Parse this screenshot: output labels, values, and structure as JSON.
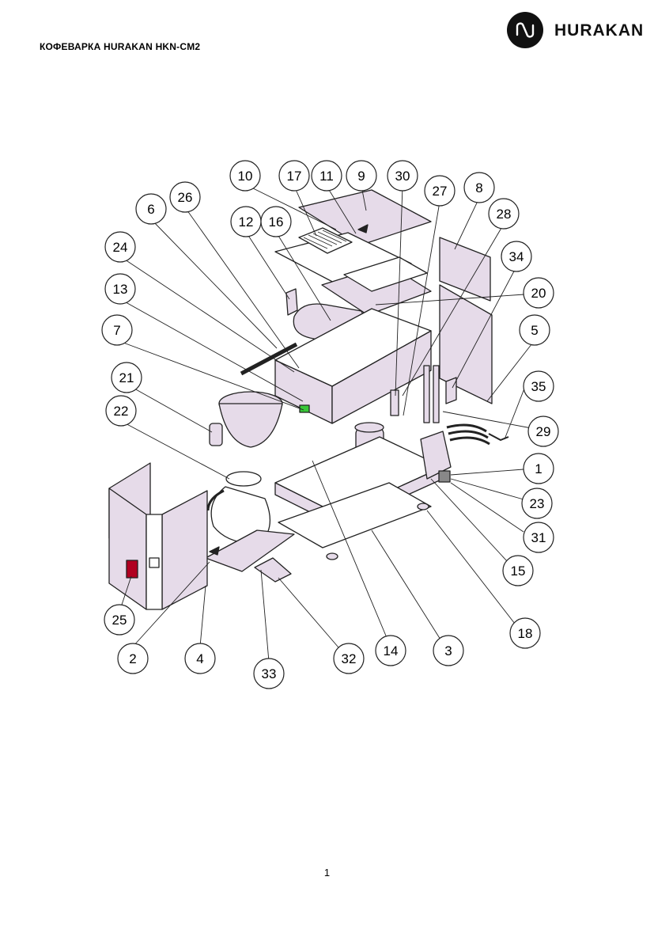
{
  "document": {
    "title": "КОФЕВАРКА HURAKAN HKN-CM2",
    "brand": "HURAKAN",
    "page_number": "1"
  },
  "logo": {
    "icon": "hurakan-logo-icon"
  },
  "colors": {
    "panel_fill": "#e6dbe9",
    "line": "#222222",
    "switch_red": "#b00020",
    "accent_green": "#38c838"
  },
  "callouts": [
    "10",
    "17",
    "11",
    "9",
    "30",
    "27",
    "8",
    "26",
    "6",
    "12",
    "16",
    "28",
    "24",
    "34",
    "13",
    "20",
    "7",
    "5",
    "21",
    "35",
    "22",
    "29",
    "1",
    "23",
    "31",
    "25",
    "15",
    "18",
    "2",
    "4",
    "33",
    "32",
    "14",
    "3"
  ]
}
